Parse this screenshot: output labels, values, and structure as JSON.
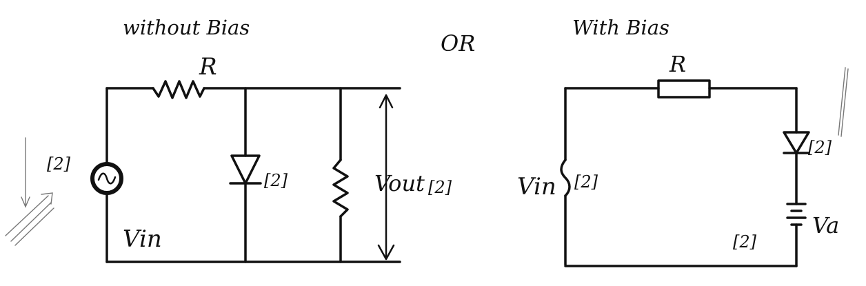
{
  "left_circuit": {
    "title": "without Bias",
    "resistor_label": "R",
    "source_label": "Vin",
    "source_marks": "[2]",
    "diode_marks": "[2]",
    "output_label": "Vout",
    "output_marks": "[2]"
  },
  "separator": "OR",
  "right_circuit": {
    "title": "With Bias",
    "resistor_label": "R",
    "source_label": "Vin",
    "source_marks": "[2]",
    "diode_marks": "[2]",
    "battery_label": "Va",
    "battery_marks": "[2]"
  }
}
